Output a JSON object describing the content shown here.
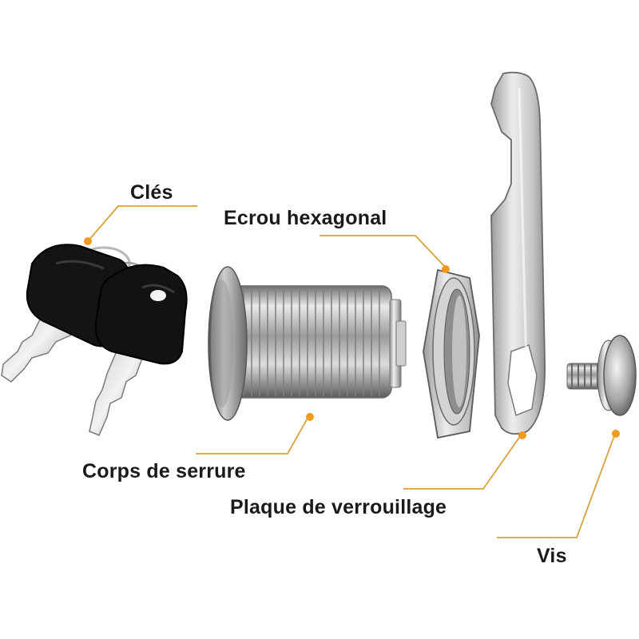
{
  "labels": {
    "keys": "Clés",
    "hex_nut": "Ecrou hexagonal",
    "lock_body": "Corps de serrure",
    "locking_plate": "Plaque de verrouillage",
    "screw": "Vis"
  },
  "colors": {
    "leader_line": "#d8a23a",
    "dot": "#f29a1f",
    "label_text": "#1a1a1a",
    "background": "#ffffff"
  }
}
